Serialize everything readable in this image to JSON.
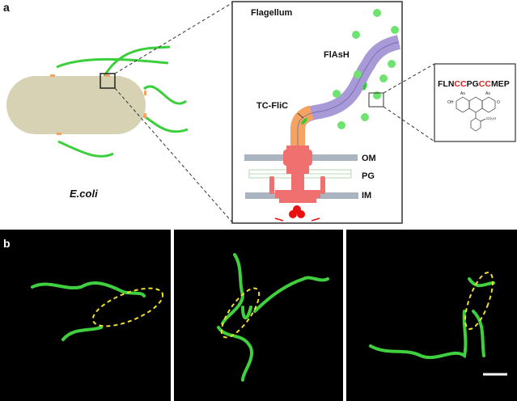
{
  "panel_a": {
    "label": "a",
    "organism": "E.coli",
    "box_title": "Flagellum",
    "labels": {
      "flash": "FlAsH",
      "tc_flic": "TC-FliC",
      "om": "OM",
      "pg": "PG",
      "im": "IM"
    },
    "sequence": {
      "part1": "FLN",
      "part2": "CC",
      "part3": "PG",
      "part4": "CC",
      "part5": "MEP"
    },
    "chem": {
      "as": "As",
      "oh": "OH",
      "o": "O",
      "co2h": "CO₂H"
    },
    "colors": {
      "cell": "#d6d2b3",
      "flagellum": "#3ccf3c",
      "filament": "#a79ad6",
      "hook": "#f4a460",
      "motor": "#f06a6a",
      "highlight": "#dd2222"
    }
  },
  "panel_b": {
    "label": "b",
    "image_count": 3
  }
}
